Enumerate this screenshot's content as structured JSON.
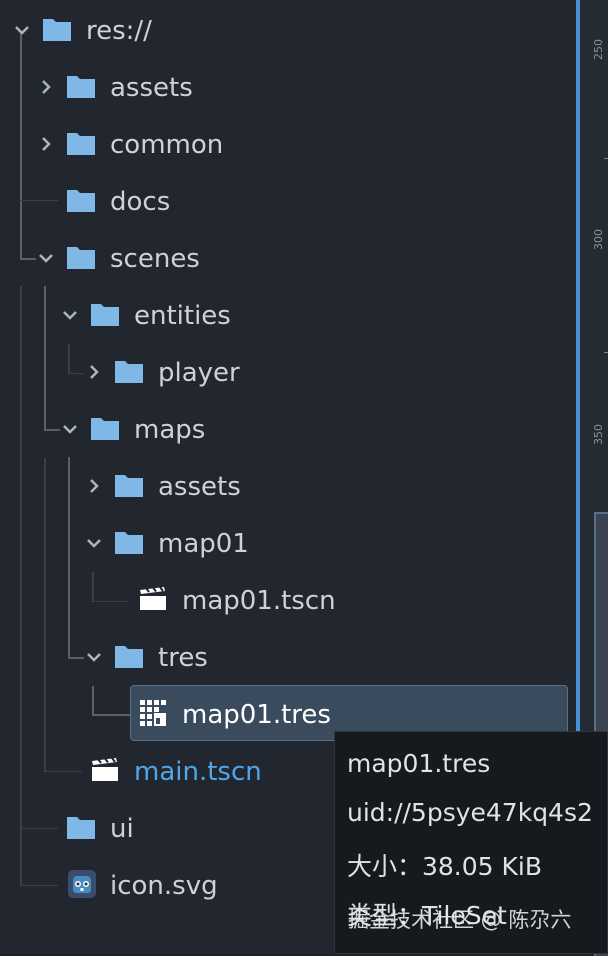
{
  "tree": {
    "root": {
      "label": "res://"
    },
    "items": [
      {
        "label": "assets"
      },
      {
        "label": "common"
      },
      {
        "label": "docs"
      },
      {
        "label": "scenes"
      },
      {
        "label": "entities"
      },
      {
        "label": "player"
      },
      {
        "label": "maps"
      },
      {
        "label": "assets"
      },
      {
        "label": "map01"
      },
      {
        "label": "map01.tscn"
      },
      {
        "label": "tres"
      },
      {
        "label": "map01.tres"
      },
      {
        "label": "main.tscn"
      },
      {
        "label": "ui"
      },
      {
        "label": "icon.svg"
      }
    ],
    "selected": "map01.tres"
  },
  "ruler": {
    "labels": [
      "250",
      "300",
      "350"
    ]
  },
  "tooltip": {
    "name": "map01.tres",
    "uid": "uid://5psye47kq4s2",
    "size": "大小：38.05 KiB",
    "type": "类型：TileSet"
  },
  "watermark": "掘金技术社区 @ 陈尕六",
  "colors": {
    "background": "#22272f",
    "folder": "#7fb7e6",
    "accent": "#4a8fd8",
    "selection": "#3a4b5d",
    "highlight_text": "#4fa6ea"
  },
  "icons": {
    "folder": "folder-icon",
    "scene": "clapperboard-icon",
    "tileset": "tileset-grid-icon",
    "godot": "godot-icon"
  }
}
